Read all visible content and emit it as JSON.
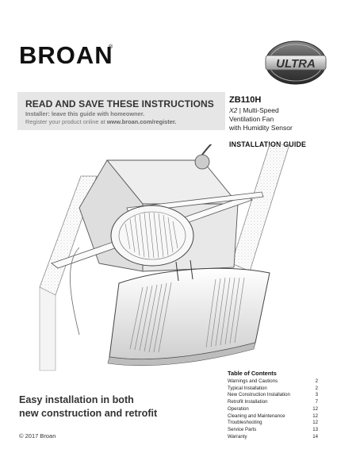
{
  "brand": {
    "name": "BROAN",
    "registered": "®",
    "badge_text": "ULTRA"
  },
  "banner": {
    "title": "READ AND SAVE THESE INSTRUCTIONS",
    "installer_note": "Installer: leave this guide with homeowner.",
    "register_prefix": "Register your product online at ",
    "register_url": "www.broan.com/register."
  },
  "product": {
    "model": "ZB110H",
    "series": "X2",
    "line1_rest": " | Multi-Speed",
    "line2": "Ventilation Fan",
    "line3": "with Humidity Sensor",
    "guide_title": "INSTALLATION GUIDE"
  },
  "tagline": {
    "line1": "Easy installation in both",
    "line2": "new construction and retrofit"
  },
  "copyright": "© 2017 Broan",
  "toc": {
    "title": "Table of Contents",
    "items": [
      {
        "label": "Warnings and Cautions",
        "page": "2"
      },
      {
        "label": "Typical Installation",
        "page": "2"
      },
      {
        "label": "New Construction Installation",
        "page": "3"
      },
      {
        "label": "Retrofit Installation",
        "page": "7"
      },
      {
        "label": "Operation",
        "page": "12"
      },
      {
        "label": "Cleaning and Maintenance",
        "page": "12"
      },
      {
        "label": "Troubleshooting",
        "page": "12"
      },
      {
        "label": "Service Parts",
        "page": "13"
      },
      {
        "label": "Warranty",
        "page": "14"
      }
    ]
  }
}
